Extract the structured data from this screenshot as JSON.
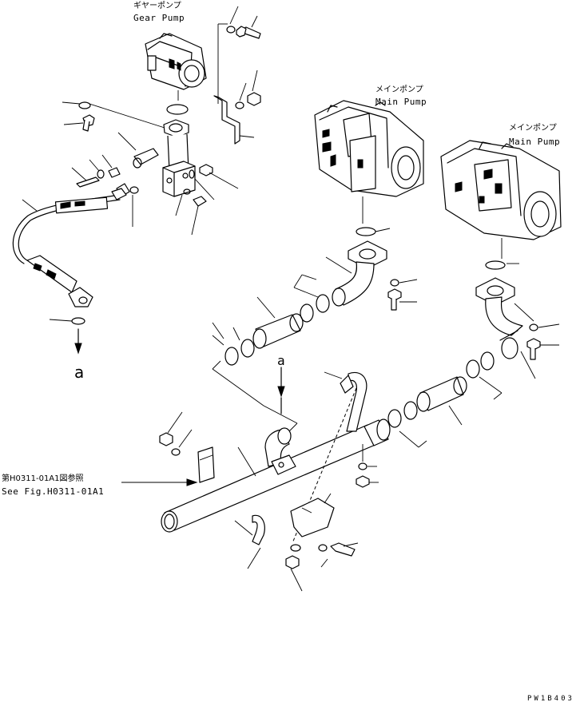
{
  "labels": {
    "gear_pump_jp": "ギヤーポンプ",
    "gear_pump_en": "Gear Pump",
    "main_pump_1_jp": "メインポンプ",
    "main_pump_1_en": "Main Pump",
    "main_pump_2_jp": "メインポンプ",
    "main_pump_2_en": "Main Pump",
    "ref_jp": "第H0311-01A1図参照",
    "ref_en": "See Fig.H0311-01A1",
    "view_a_bottom": "a",
    "view_a_arrow": "a",
    "drawing_code": "PW1B403"
  },
  "colors": {
    "line": "#000000",
    "background": "#ffffff"
  }
}
